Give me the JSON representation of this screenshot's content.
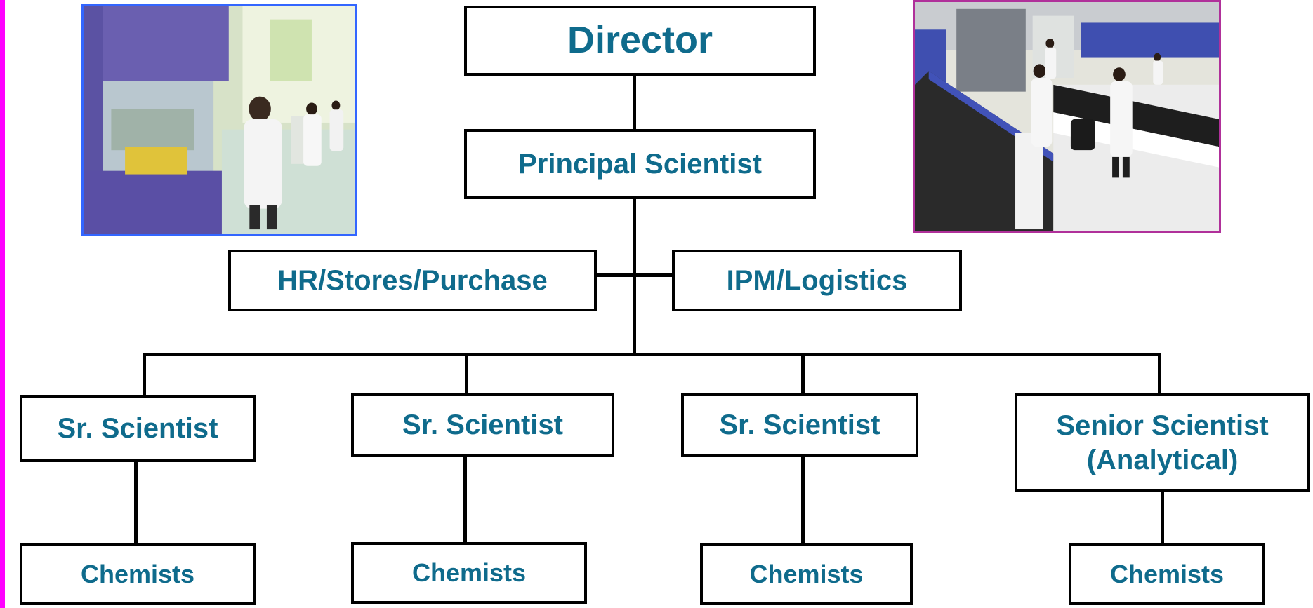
{
  "org_chart": {
    "director": "Director",
    "principal": "Principal Scientist",
    "support_left": "HR/Stores/Purchase",
    "support_right": "IPM/Logistics",
    "scientists": [
      "Sr. Scientist",
      "Sr. Scientist",
      "Sr. Scientist",
      "Senior Scientist"
    ],
    "scientist4_line2": "(Analytical)",
    "chemists": [
      "Chemists",
      "Chemists",
      "Chemists",
      "Chemists"
    ]
  },
  "colors": {
    "label_text": "#0f6b8c",
    "box_border": "#000000",
    "left_rule": "#ff00ff",
    "photo_left_frame": "#3366ff",
    "photo_right_frame": "#b0309a"
  }
}
